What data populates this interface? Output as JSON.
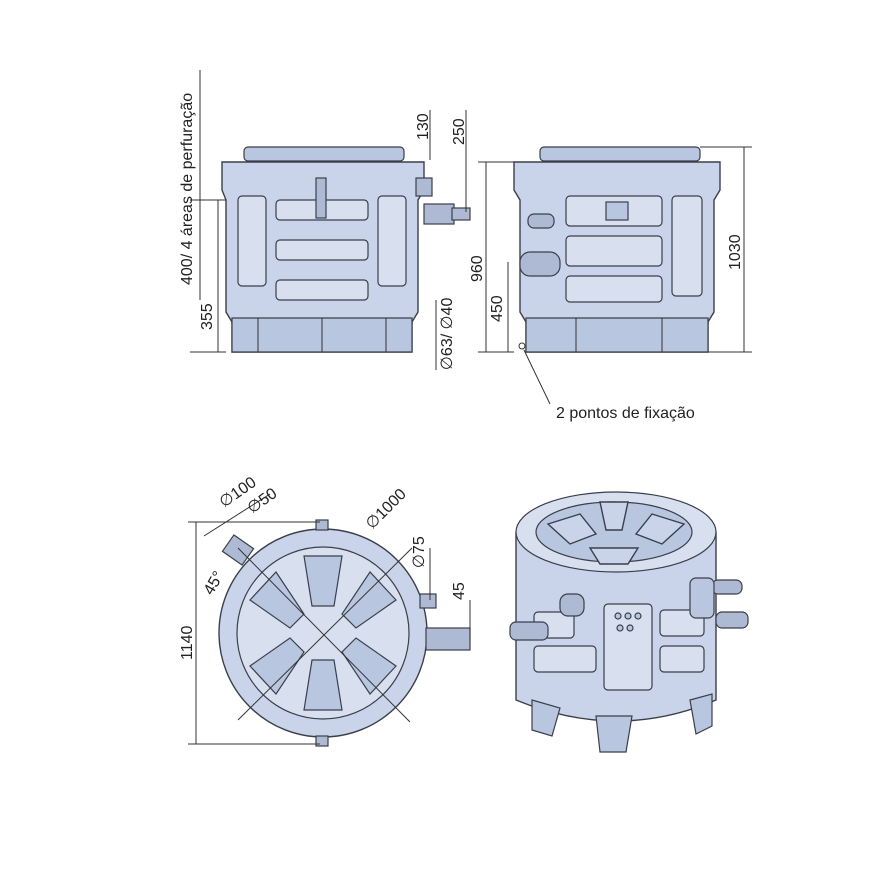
{
  "labels": {
    "perforation_areas": "400/ 4 áreas de perfuração",
    "fixation_points": "2 pontos de fixação"
  },
  "dimensions": {
    "d130": "130",
    "d250": "250",
    "d355": "355",
    "d960": "960",
    "d450": "450",
    "d1030": "1030",
    "d63_40": "∅63/ ∅40",
    "d100": "∅100",
    "d50": "∅50",
    "d1000": "∅1000",
    "d75": "∅75",
    "d45": "45",
    "d1140": "1140",
    "a45": "45°"
  }
}
